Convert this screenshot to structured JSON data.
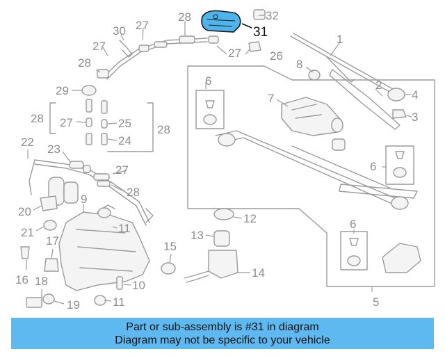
{
  "diagram": {
    "callouts": [
      "1",
      "2",
      "3",
      "4",
      "5",
      "6",
      "6",
      "6",
      "7",
      "8",
      "9",
      "10",
      "11",
      "11",
      "12",
      "13",
      "14",
      "15",
      "16",
      "17",
      "18",
      "19",
      "20",
      "21",
      "22",
      "23",
      "24",
      "25",
      "26",
      "27",
      "27",
      "27",
      "27",
      "27",
      "28",
      "28",
      "28",
      "28",
      "29",
      "30",
      "31",
      "32"
    ],
    "highlighted_callout": "31"
  },
  "banner": {
    "line1": "Part or sub-assembly is #31 in diagram",
    "line2": "Diagram may not be specific to your vehicle"
  },
  "colors": {
    "banner_background": "#5db9f0",
    "highlight_part": "#4fb3ec",
    "line_art": "#9a9a9a"
  }
}
